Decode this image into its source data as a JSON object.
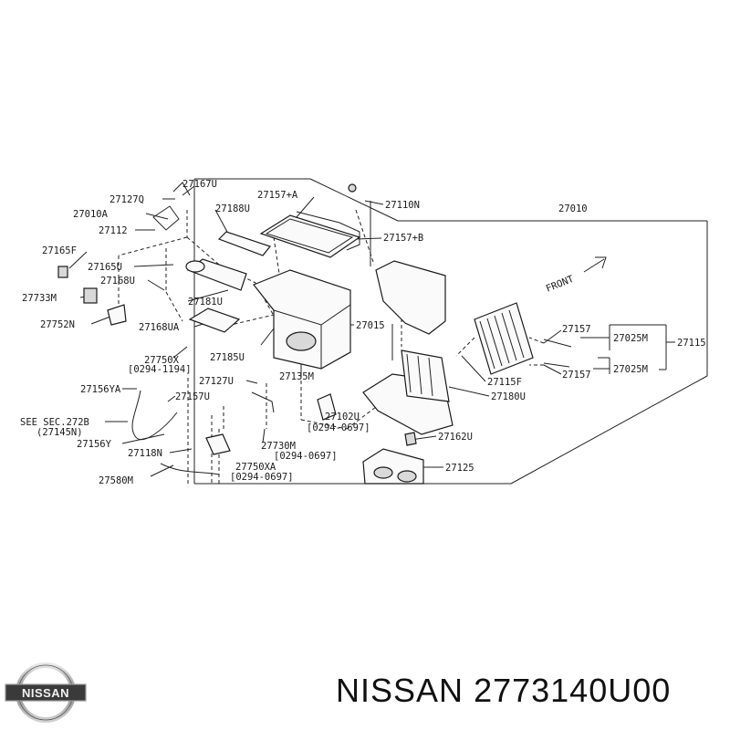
{
  "footer": {
    "brand": "NISSAN",
    "part_number": "2773140U00"
  },
  "logo": {
    "text": "NISSAN"
  },
  "diagram": {
    "front_label": "FRONT",
    "labels": {
      "p27167U": "27167U",
      "p27127Q": "27127Q",
      "p27010A": "27010A",
      "p27112": "27112",
      "p27165F": "27165F",
      "p27165U": "27165U",
      "p27168U": "27168U",
      "p27733M": "27733M",
      "p27752N": "27752N",
      "p27188U": "27188U",
      "p27157A": "27157+A",
      "p27110N": "27110N",
      "p27010": "27010",
      "p27157B": "27157+B",
      "p27181U": "27181U",
      "p27168UA": "27168UA",
      "p27015": "27015",
      "p27157a": "27157",
      "p27025Ma": "27025M",
      "p27115": "27115",
      "p27157b": "27157",
      "p27025Mb": "27025M",
      "p27750X": "27750X",
      "r0294_1194": "[0294-1194]",
      "p27185U": "27185U",
      "p27135M": "27135M",
      "p27115F": "27115F",
      "p27180U": "27180U",
      "p27156YA": "27156YA",
      "p27127U": "27127U",
      "p27157U": "27157U",
      "p27102U": "27102U",
      "r0294_0697a": "[0294-0697]",
      "see_sec": "SEE SEC.272B",
      "see_sec_sub": "(27145N)",
      "p27162U": "27162U",
      "p27156Y": "27156Y",
      "p27730M": "27730M",
      "r0294_0697b": "[0294-0697]",
      "p27118N": "27118N",
      "p27750XA": "27750XA",
      "r0294_0697c": "[0294-0697]",
      "p27125": "27125",
      "p27580M": "27580M"
    }
  }
}
